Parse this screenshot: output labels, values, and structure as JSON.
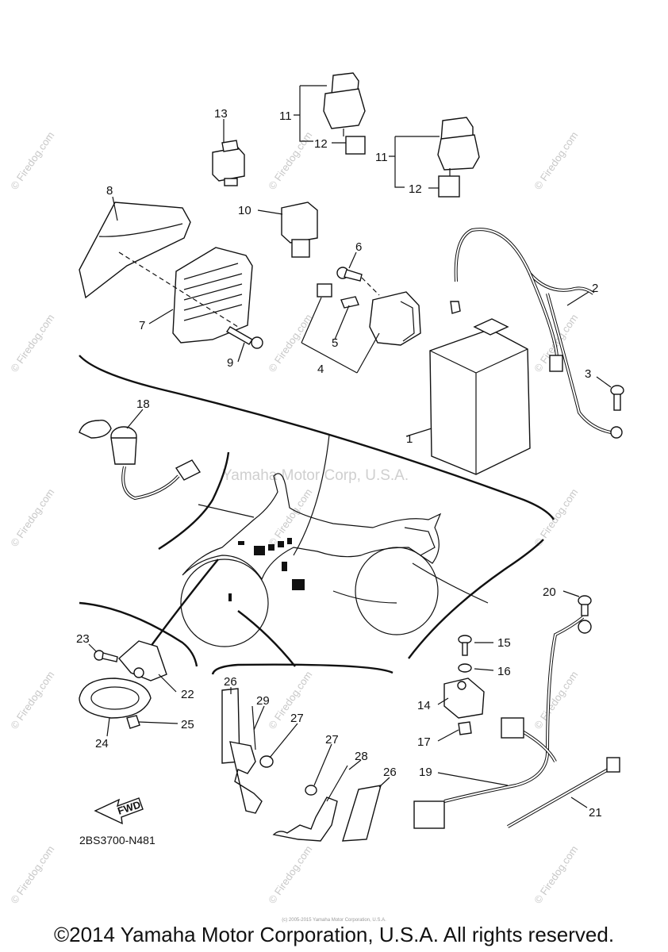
{
  "watermarks": {
    "site": "© Firedog.com",
    "publisher": "Yamaha Motor Corp, U.S.A."
  },
  "diagram_code": "2BS3700-N481",
  "fwd_label": "FWD",
  "copyright": "©2014 Yamaha Motor Corporation, U.S.A. All rights reserved.",
  "small_print": "(c) 2005-2015 Yamaha Motor Corporation, U.S.A.",
  "callouts": {
    "c1": "1",
    "c2": "2",
    "c3": "3",
    "c4": "4",
    "c5": "5",
    "c6": "6",
    "c7": "7",
    "c8": "8",
    "c9": "9",
    "c10": "10",
    "c11a": "11",
    "c11b": "11",
    "c12a": "12",
    "c12b": "12",
    "c13": "13",
    "c14": "14",
    "c15": "15",
    "c16": "16",
    "c17": "17",
    "c18": "18",
    "c19": "19",
    "c20": "20",
    "c21": "21",
    "c22": "22",
    "c23": "23",
    "c24": "24",
    "c25": "25",
    "c26a": "26",
    "c26b": "26",
    "c27a": "27",
    "c27b": "27",
    "c28": "28",
    "c29": "29"
  }
}
